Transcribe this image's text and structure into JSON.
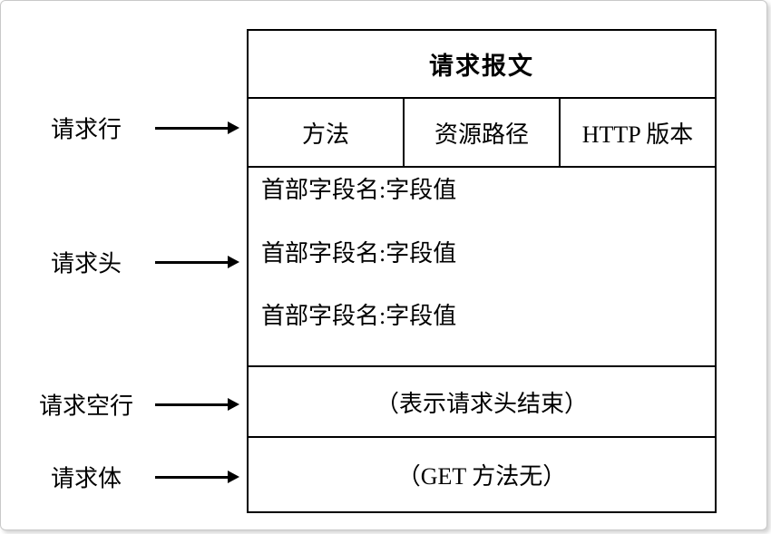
{
  "diagram": {
    "title": "请求报文",
    "request_line": {
      "label": "请求行",
      "cells": [
        "方法",
        "资源路径",
        "HTTP 版本"
      ]
    },
    "request_headers": {
      "label": "请求头",
      "lines": [
        "首部字段名:字段值",
        "首部字段名:字段值",
        "首部字段名:字段值"
      ]
    },
    "request_blank_line": {
      "label": "请求空行",
      "text": "（表示请求头结束）"
    },
    "request_body": {
      "label": "请求体",
      "text": "（GET 方法无）"
    }
  },
  "colors": {
    "table_border": "#000000",
    "frame_border": "#c9c9c9",
    "background": "#ffffff",
    "text": "#000000"
  }
}
